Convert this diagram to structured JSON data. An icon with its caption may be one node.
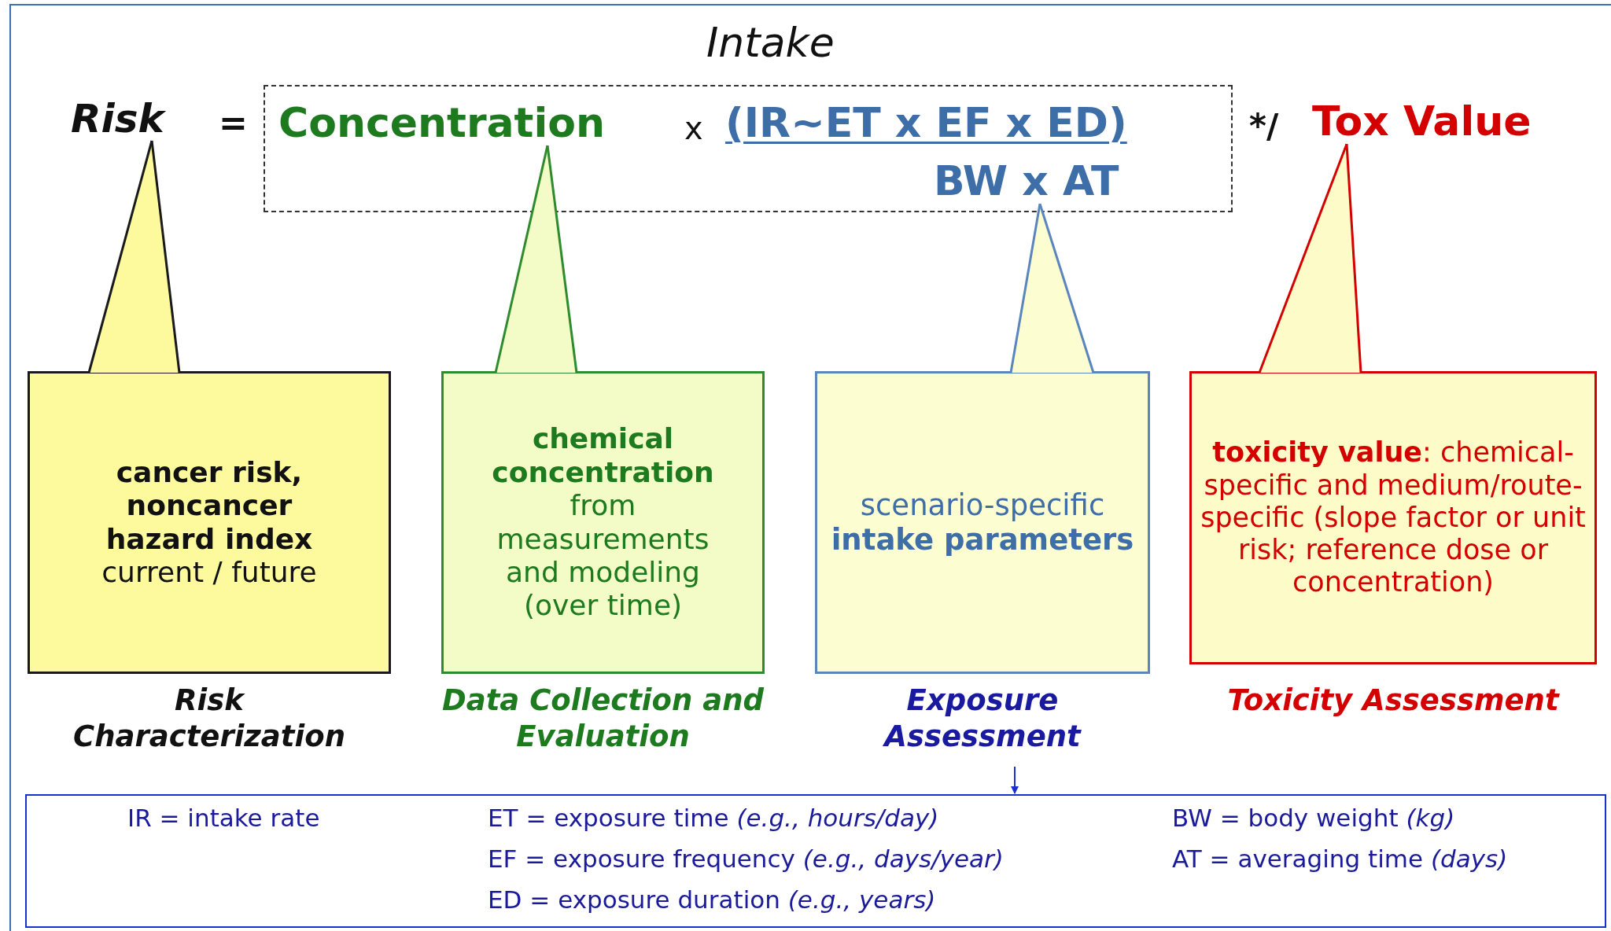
{
  "diagram": {
    "nodes": [
      {
        "text": [
          "Risk"
        ]
      },
      {
        "text": [],
        "shape": "box"
      },
      {
        "text": [
          "Concentration"
        ],
        "in": 1
      },
      {
        "text": [
          "(IR~ET x EF x ED)"
        ],
        "in": 1
      },
      {
        "text": [
          "BW x AT"
        ],
        "in": 1
      },
      {
        "text": [
          "Tox Value"
        ]
      },
      {
        "text": [
          "cancer risk, noncancer hazard index",
          "current / future"
        ],
        "beside": [
          "Risk Characterization"
        ]
      },
      {
        "text": [
          "chemical concentration",
          "from measurements and modeling (over time)"
        ],
        "beside": [
          "Data Collection and Evaluation"
        ]
      },
      {
        "text": [
          "scenario-specific",
          "intake parameters"
        ],
        "beside": [
          "Exposure Assessment"
        ]
      },
      {
        "text": [
          "**toxicity value**: chemical-specific and medium/route-specific (slope factor or unit risk; reference dose or concentration)"
        ],
        "beside": [
          "Toxicity Assessment"
        ]
      },
      {
        "text": [
          "IR = intake rate",
          "ET = exposure time *(e.g., hours/day)*",
          "BW = body weight *(kg)*",
          "EF = exposure frequency *(e.g., days/year)*",
          "AT = averaging time *(days)*",
          "ED = exposure duration *(e.g., years)*"
        ]
      }
    ],
    "edges": [
      {
        "from": 6,
        "to": 0,
        "arrow": "none",
        "color": "#1a1a1a"
      },
      {
        "from": 7,
        "to": 2,
        "arrow": "none",
        "color": "#2e8b2e"
      },
      {
        "from": 8,
        "to": 4,
        "arrow": "none",
        "color": "#5a86bd"
      },
      {
        "from": 9,
        "to": 5,
        "arrow": "none",
        "color": "#d40000"
      },
      {
        "from": null,
        "to": 10,
        "arrow": "to",
        "color": "#1a2fd0"
      }
    ],
    "labels": [
      "Intake",
      "=",
      "x",
      "*/"
    ]
  }
}
